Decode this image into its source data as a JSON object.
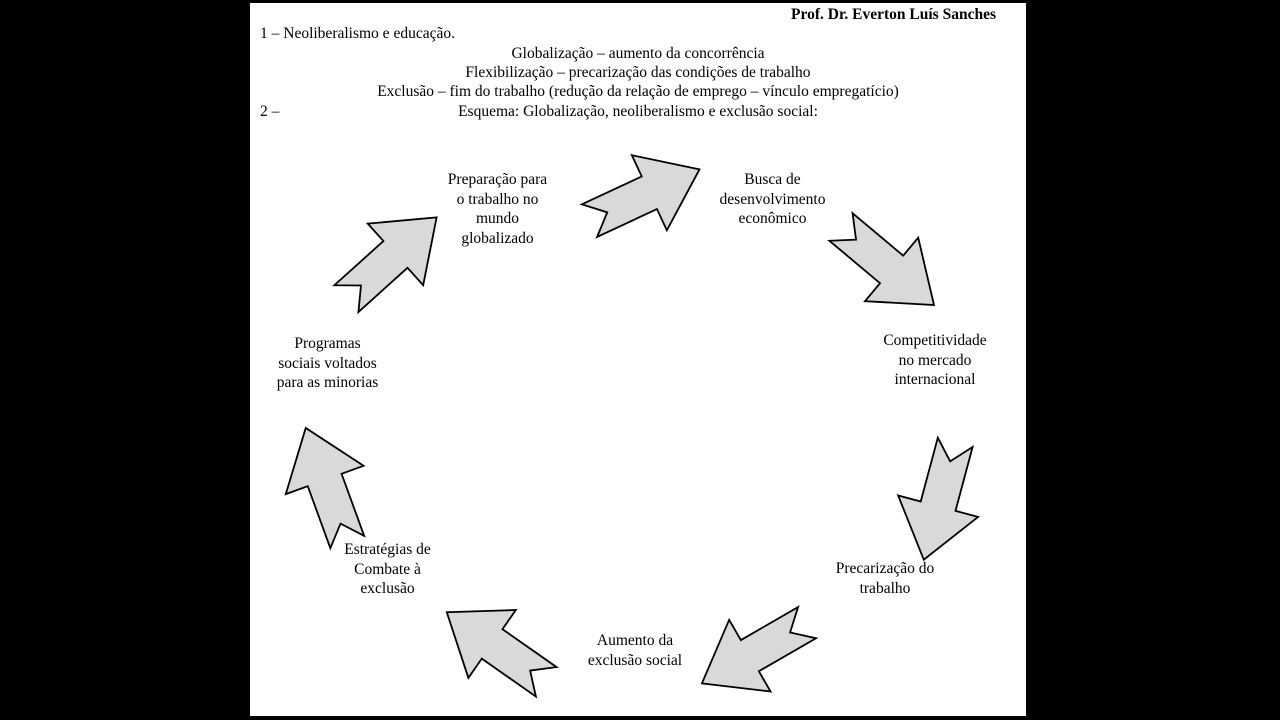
{
  "header": {
    "professor": "Prof. Dr. Everton Luís Sanches",
    "item1": "1 – Neoliberalismo e educação.",
    "line_globalizacao": "Globalização – aumento da concorrência",
    "line_flexibilizacao": "Flexibilização – precarização das condições de trabalho",
    "line_exclusao": "Exclusão – fim do trabalho (redução da relação de emprego – vínculo empregatício)",
    "item2_prefix": "2 –",
    "esquema_title": "Esquema: Globalização, neoliberalismo e exclusão social:"
  },
  "cycle": {
    "nodes": [
      {
        "id": "preparacao-trabalho",
        "label": "Preparação para\no trabalho no\nmundo\nglobalizado"
      },
      {
        "id": "busca-desenvolvimento",
        "label": "Busca de\ndesenvolvimento\neconômico"
      },
      {
        "id": "competitividade",
        "label": "Competitividade\nno mercado\ninternacional"
      },
      {
        "id": "precarizacao",
        "label": "Precarização do\ntrabalho"
      },
      {
        "id": "aumento-exclusao",
        "label": "Aumento da\nexclusão social"
      },
      {
        "id": "estrategias-combate",
        "label": "Estratégias de\nCombate à\nexclusão"
      },
      {
        "id": "programas-sociais",
        "label": "Programas\nsociais voltados\npara as minorias"
      }
    ],
    "arrow_icon": "block-arrow"
  },
  "colors": {
    "background": "#000000",
    "page": "#ffffff",
    "ink": "#000000",
    "arrow_fill": "#d9d9d9",
    "arrow_stroke": "#000000"
  }
}
